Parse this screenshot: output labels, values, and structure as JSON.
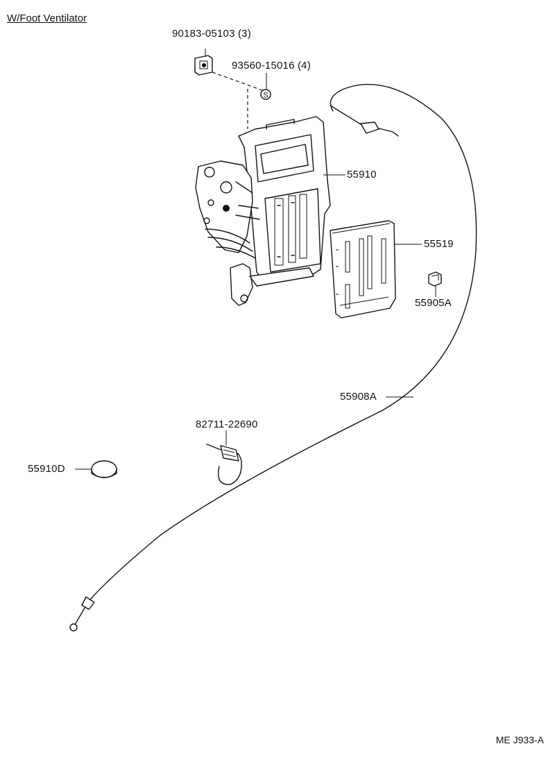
{
  "title": "W/Foot Ventilator",
  "labels": {
    "clip": "90183-05103 (3)",
    "screw": "93560-15016 (4)",
    "control_assembly": "55910",
    "plate": "55519",
    "clip_small": "55905A",
    "cable": "55908A",
    "band_clamp": "82711-22690",
    "knob": "55910D"
  },
  "drawing_code": "ME J933-A",
  "icons": {
    "screw_marker": "S"
  }
}
